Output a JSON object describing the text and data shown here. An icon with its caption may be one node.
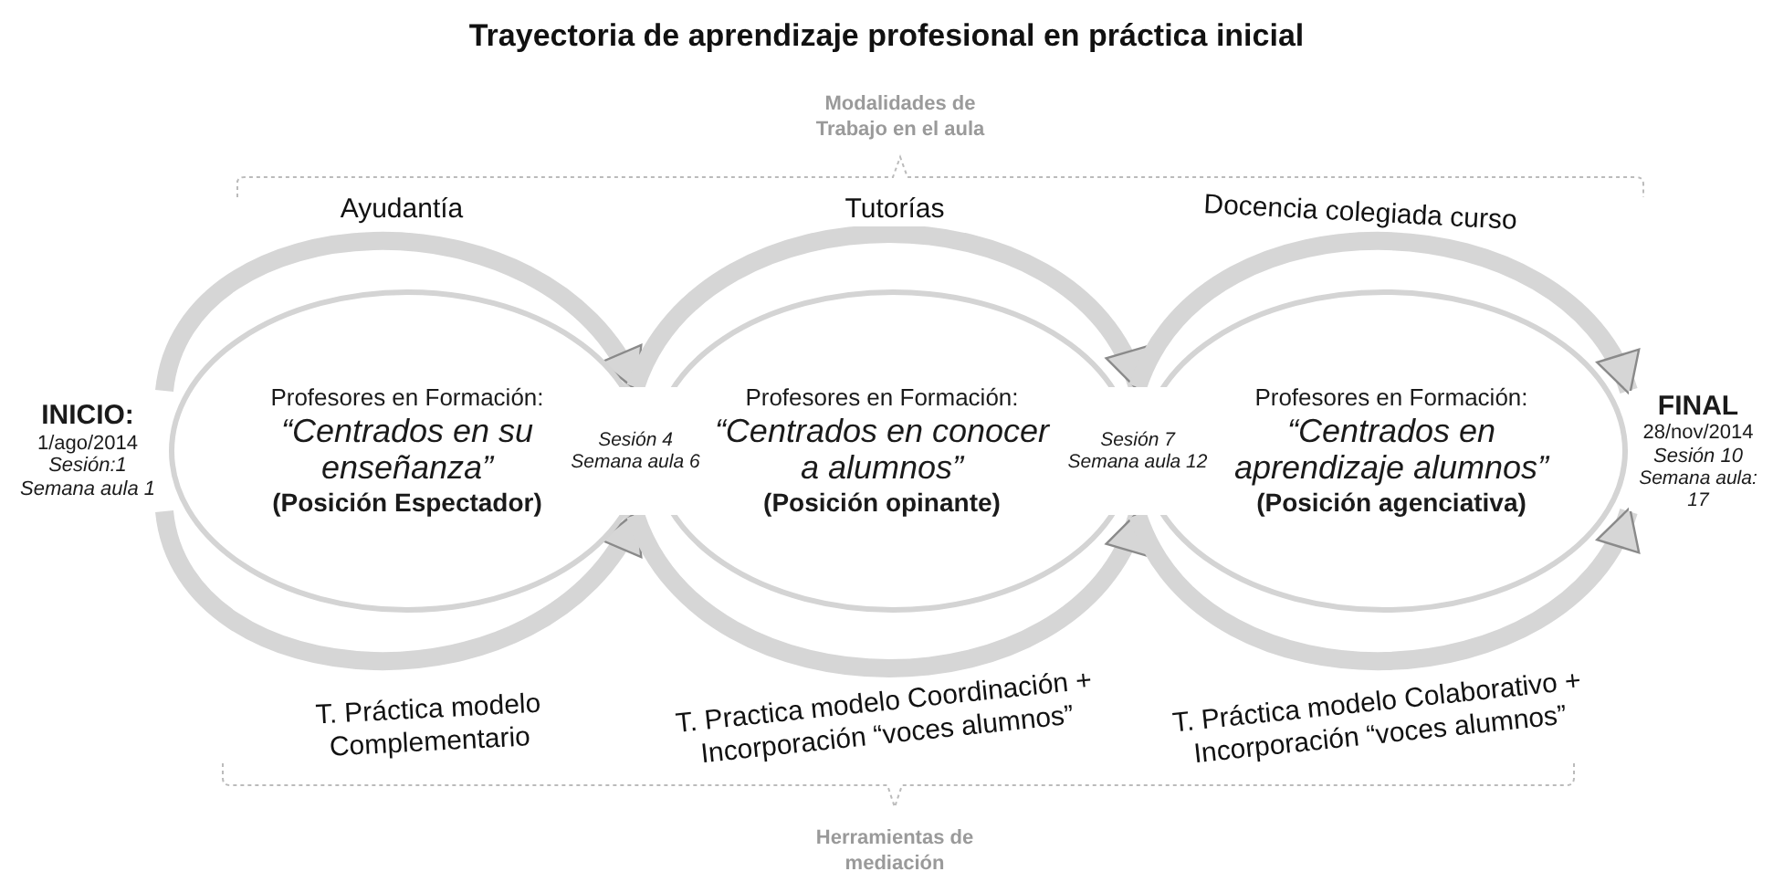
{
  "diagram": {
    "title": "Trayectoria de aprendizaje profesional en práctica inicial",
    "nodes": [
      {
        "text": [
          "INICIO:",
          "1/ago/2014",
          "Sesión:1",
          "Semana aula 1"
        ]
      },
      {
        "text": [
          "Profesores en Formación:",
          "“Centrados en su enseñanza”",
          "(Posición Espectador)"
        ]
      },
      {
        "text": [
          "Sesión 4 Semana aula 6"
        ]
      },
      {
        "text": [
          "Profesores en Formación:",
          "“Centrados en conocer a alumnos”",
          "(Posición opinante)"
        ]
      },
      {
        "text": [
          "Sesión 7 Semana aula 12"
        ]
      },
      {
        "text": [
          "Profesores en Formación:",
          "“Centrados en aprendizaje alumnos”",
          "(Posición agenciativa)"
        ]
      },
      {
        "text": [
          "FINAL",
          "28/nov/2014",
          "Sesión 10",
          "Semana aula: 17"
        ]
      }
    ],
    "edges": [
      {
        "from": 0,
        "to": 2,
        "arrow": "to",
        "label": "Ayudantía"
      },
      {
        "from": 2,
        "to": 4,
        "arrow": "to",
        "label": "Tutorías"
      },
      {
        "from": 4,
        "to": 6,
        "arrow": "to",
        "label": "Docencia colegiada curso"
      },
      {
        "from": 0,
        "to": 2,
        "arrow": "to",
        "label": "T. Práctica modelo Complementario"
      },
      {
        "from": 2,
        "to": 4,
        "arrow": "to",
        "label": "T. Practica modelo Coordinación + Incorporación “voces alumnos”"
      },
      {
        "from": 4,
        "to": 6,
        "arrow": "to",
        "label": "T. Práctica modelo Colaborativo + Incorporación “voces alumnos”"
      }
    ],
    "labels": [
      "Modalidades de Trabajo en el aula",
      "Herramientas de mediación"
    ]
  }
}
